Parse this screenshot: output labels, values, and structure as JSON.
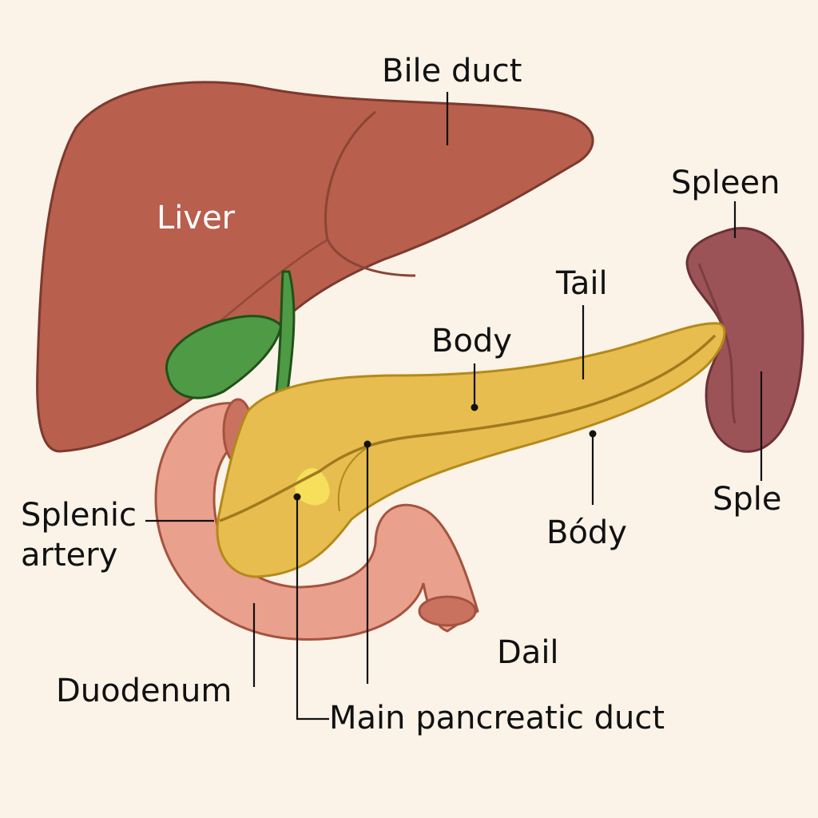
{
  "labels": {
    "liver": "Liver",
    "bile_duct": "Bile duct",
    "spleen": "Spleen",
    "tail": "Tail",
    "body_upper": "Body",
    "body_lower": "Bódy",
    "sple": "Sple",
    "splenic": "Splenic",
    "artery": "artery",
    "duodenum": "Duodenum",
    "dail": "Dail",
    "main_duct": "Main pancreatic duct"
  },
  "colors": {
    "background": "#fbf3e8",
    "liver": "#b85f4d",
    "gallbladder": "#4f9a45",
    "pancreas": "#e8bd4f",
    "duodenum": "#e9a08d",
    "spleen": "#9c5357",
    "leader": "#111111"
  }
}
